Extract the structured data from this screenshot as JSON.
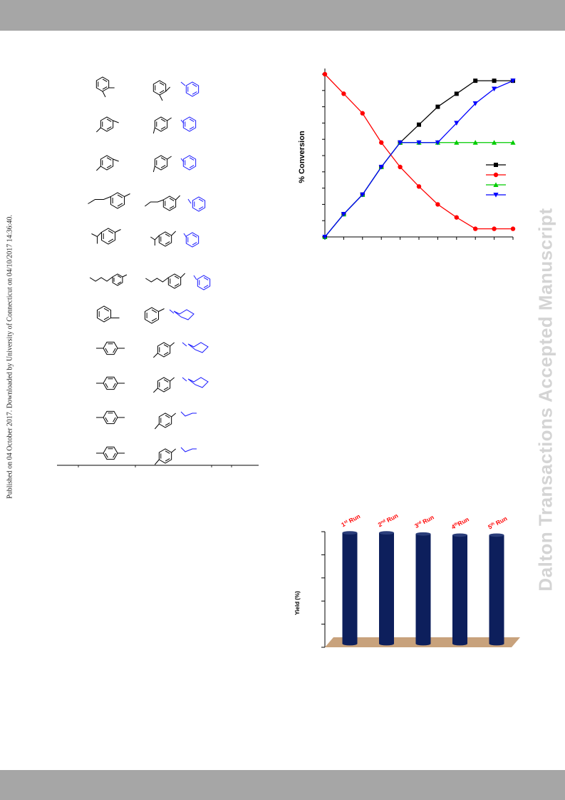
{
  "side_note": "Published on 04 October 2017. Downloaded by University of Connecticut on 04/10/2017 14:36:40.",
  "watermark": "Dalton Transactions Accepted Manuscript",
  "chart_data": [
    {
      "type": "line",
      "ylabel": "% Conversion",
      "x": [
        0,
        1,
        2,
        3,
        4,
        5,
        6,
        7,
        8,
        9,
        10
      ],
      "ylim": [
        0,
        100
      ],
      "grid": false,
      "legend": "right",
      "series": [
        {
          "color": "#000000",
          "marker": "square",
          "values": [
            0,
            14,
            26,
            43,
            58,
            69,
            80,
            88,
            96,
            96,
            96
          ]
        },
        {
          "color": "#ff0000",
          "marker": "circle",
          "values": [
            100,
            88,
            76,
            58,
            43,
            31,
            20,
            12,
            5,
            5,
            5
          ]
        },
        {
          "color": "#00cc00",
          "marker": "triangle-up",
          "values": [
            0,
            14,
            26,
            43,
            58,
            58,
            58,
            58,
            58,
            58,
            58
          ]
        },
        {
          "color": "#0000ff",
          "marker": "triangle-down",
          "values": [
            0,
            14,
            26,
            43,
            58,
            58,
            58,
            70,
            82,
            91,
            96
          ]
        }
      ]
    },
    {
      "type": "bar",
      "ylabel": "Yield (%)",
      "categories": [
        "1st Run",
        "2nd Run",
        "3rd Run",
        "4th Run",
        "5th Run"
      ],
      "category_labels": [
        {
          "num": "1",
          "sup": "st",
          "word": "Run"
        },
        {
          "num": "2",
          "sup": "nd",
          "word": "Run"
        },
        {
          "num": "3",
          "sup": "rd",
          "word": "Run"
        },
        {
          "num": "4",
          "sup": "th",
          "word": "Run"
        },
        {
          "num": "5",
          "sup": "th",
          "word": "Run"
        }
      ],
      "values": [
        99,
        99,
        98,
        97,
        97
      ],
      "ylim": [
        0,
        100
      ],
      "bar_color": "#0d1f5c",
      "floor_color": "#c8a27c",
      "label_color": "#ff0000"
    }
  ],
  "structures": {
    "rows": 11,
    "substrate_color": "#000000",
    "product_color": "#1a1aff"
  }
}
